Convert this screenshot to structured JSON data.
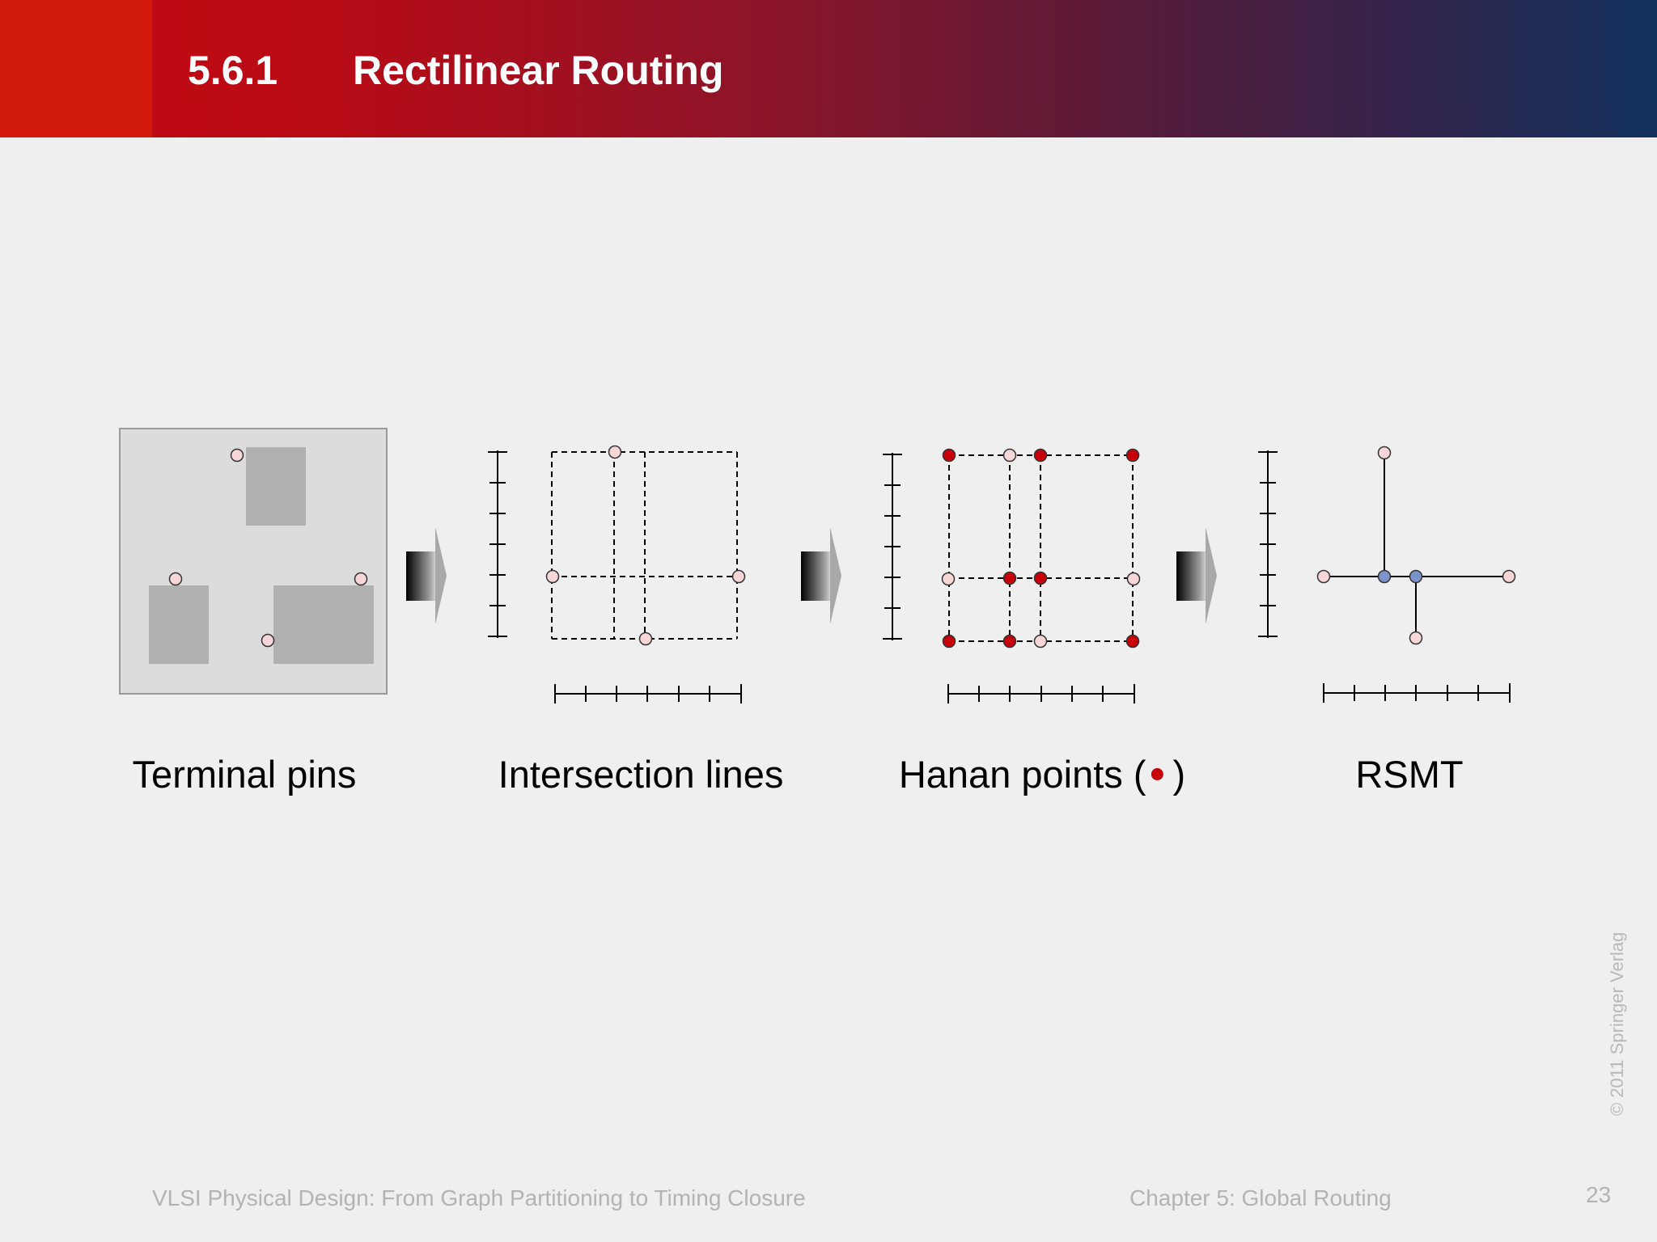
{
  "header": {
    "section_number": "5.6.1",
    "title": "Rectilinear Routing"
  },
  "captions": {
    "terminal_pins": "Terminal pins",
    "intersection_lines": "Intersection lines",
    "hanan_points": "Hanan points (",
    "hanan_points_close": ")",
    "rsmt": "RSMT"
  },
  "footer": {
    "book_title": "VLSI Physical Design: From Graph Partitioning to Timing Closure",
    "chapter": "Chapter 5: Global Routing",
    "page_number": "23",
    "copyright": "© 2011 Springer Verlag"
  },
  "colors": {
    "terminal_pin_fill": "#f6d6d6",
    "hanan_point_fill": "#c8000a",
    "steiner_point_fill": "#7b93c8",
    "block_fill": "#b0b0b0",
    "panel_fill": "#dcdcdc"
  }
}
